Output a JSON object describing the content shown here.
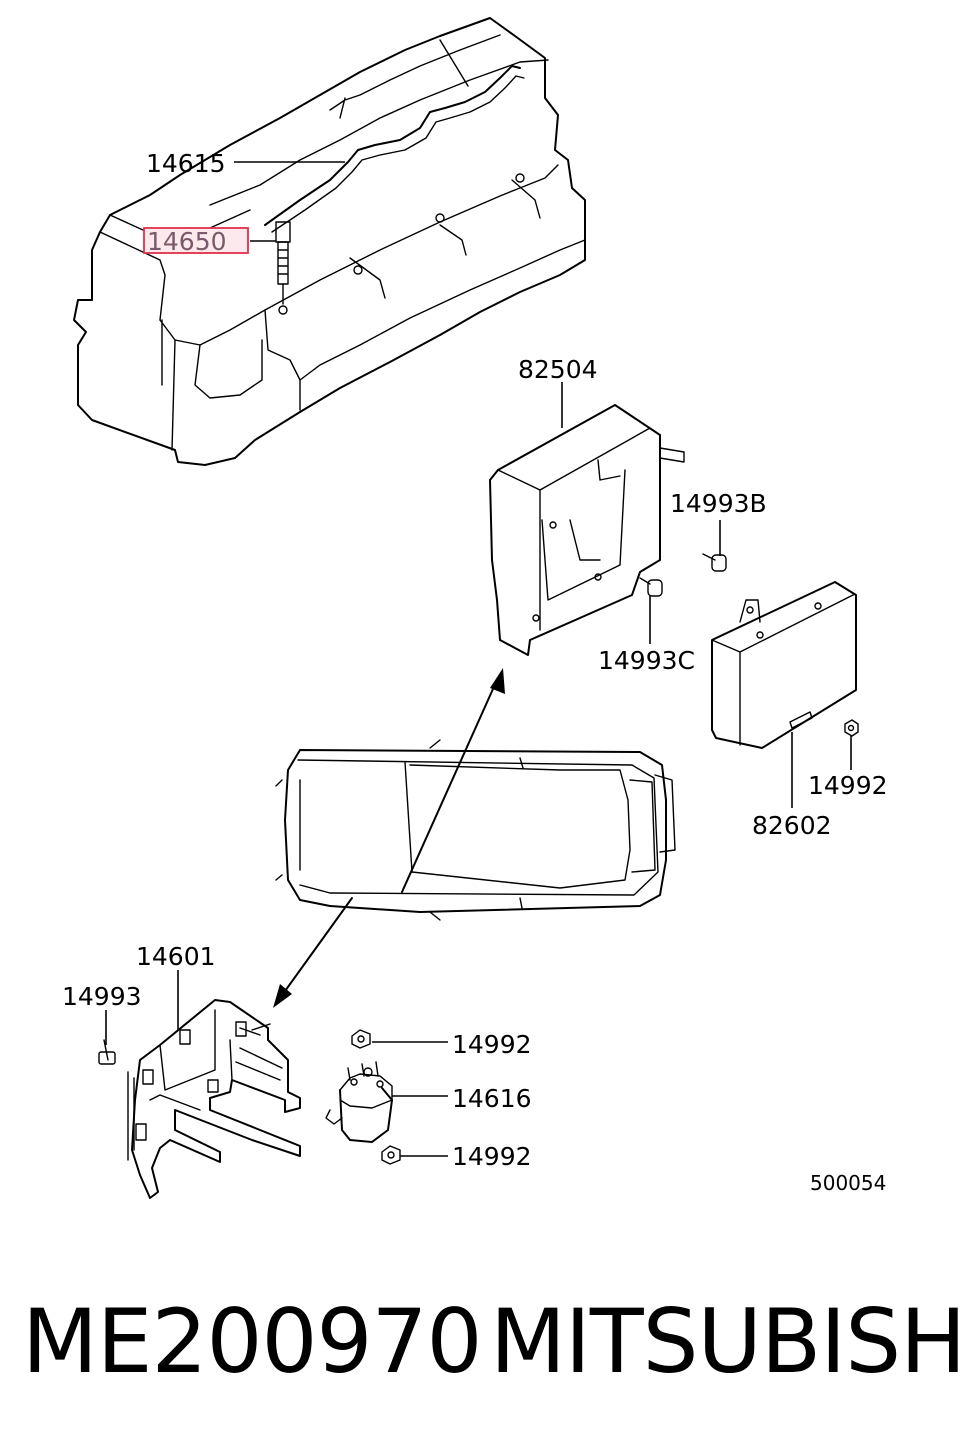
{
  "diagram": {
    "callouts": {
      "c14615": "14615",
      "c14650": "14650",
      "c82504": "82504",
      "c14993B": "14993B",
      "c14993C": "14993C",
      "c14992_right": "14992",
      "c82602": "82602",
      "c14601": "14601",
      "c14993": "14993",
      "c14992_top": "14992",
      "c14616": "14616",
      "c14992_bottom": "14992"
    },
    "highlighted_callout": "14650",
    "highlight_color": "#e0304a",
    "diagram_code": "500054"
  },
  "caption": {
    "part_number": "ME200970",
    "manufacturer": "MITSUBISHI"
  }
}
